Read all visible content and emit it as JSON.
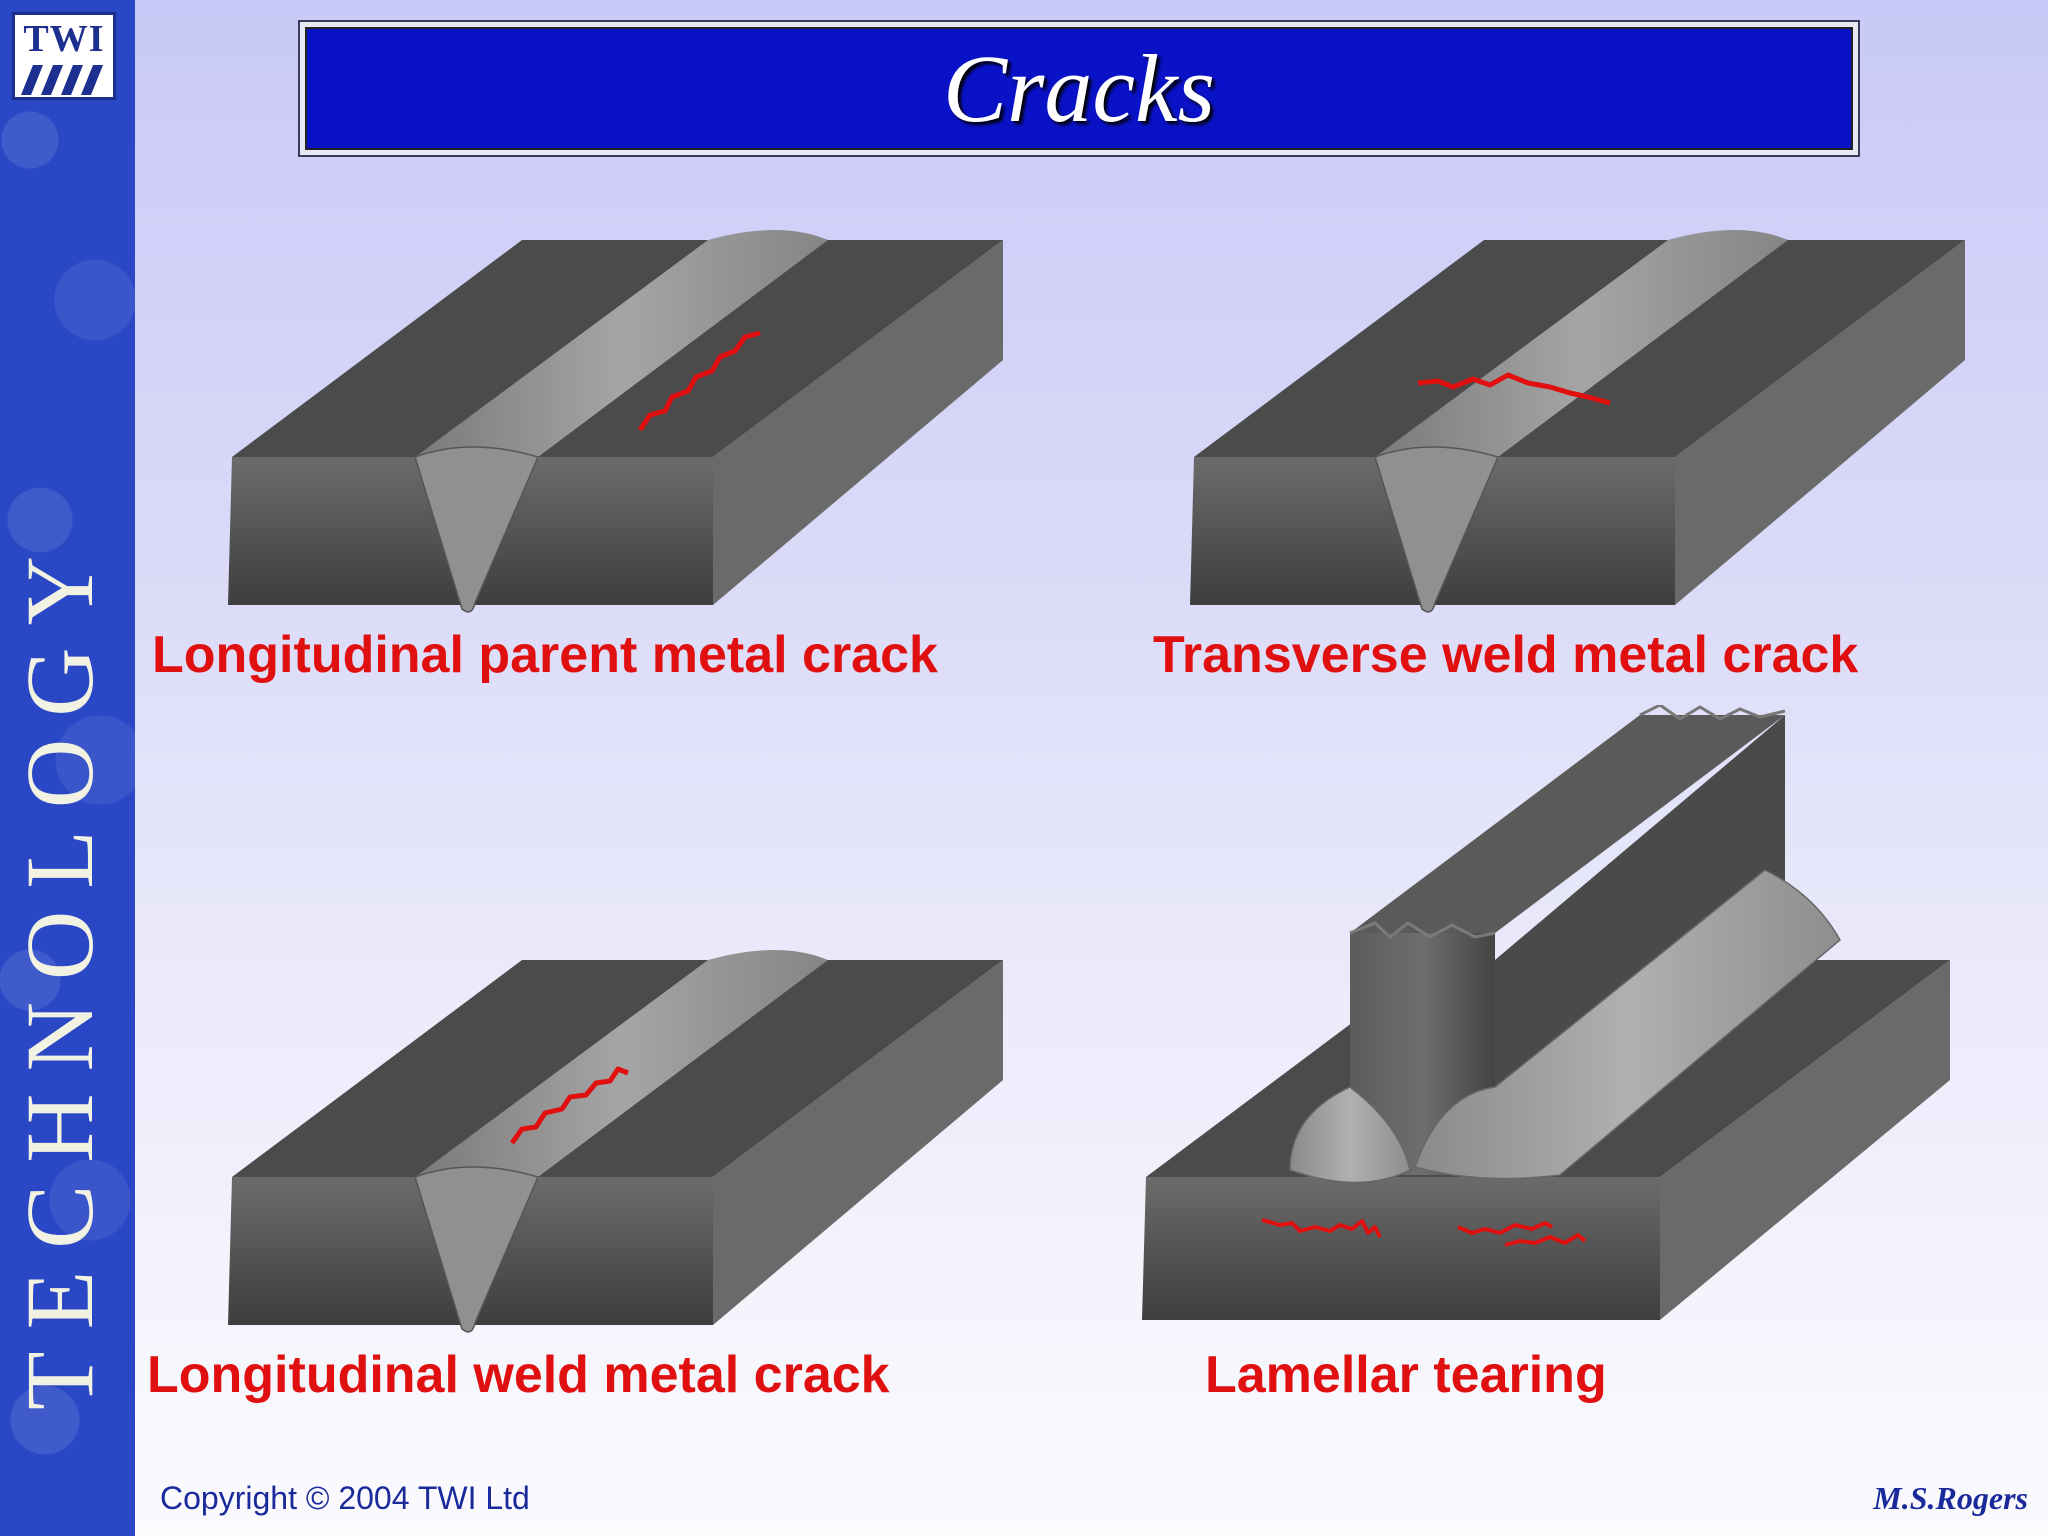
{
  "sidebar": {
    "word": "TECHNOLOGY"
  },
  "logo": {
    "text": "TWI"
  },
  "title": "Cracks",
  "diagrams": [
    {
      "caption": "Longitudinal parent metal crack"
    },
    {
      "caption": "Transverse weld metal crack"
    },
    {
      "caption": "Longitudinal weld metal crack"
    },
    {
      "caption": "Lamellar tearing"
    }
  ],
  "footer": {
    "copyright": "Copyright © 2004 TWI Ltd",
    "author": "M.S.Rogers"
  },
  "colors": {
    "sidebar": "#2a48c6",
    "title_bar": "#0a12c8",
    "crack": "#e01010",
    "caption": "#e01010"
  }
}
